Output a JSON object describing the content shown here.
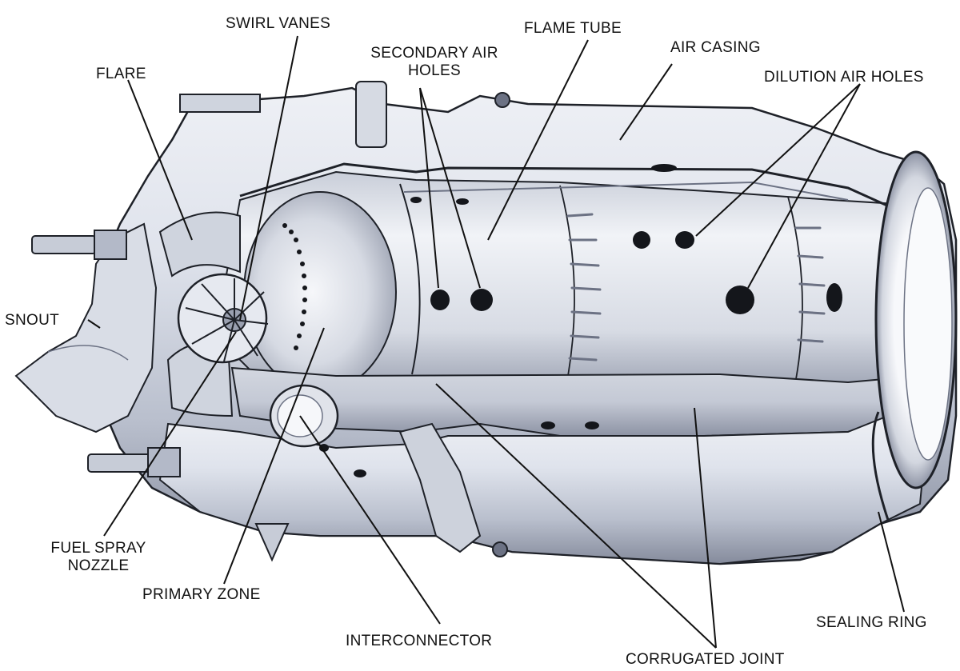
{
  "labels": {
    "swirl_vanes": "SWIRL VANES",
    "flame_tube": "FLAME TUBE",
    "secondary_air_holes_1": "SECONDARY AIR",
    "secondary_air_holes_2": "HOLES",
    "air_casing": "AIR CASING",
    "flare": "FLARE",
    "dilution_air_holes": "DILUTION AIR HOLES",
    "snout": "SNOUT",
    "fuel_spray_nozzle_1": "FUEL SPRAY",
    "fuel_spray_nozzle_2": "NOZZLE",
    "primary_zone": "PRIMARY ZONE",
    "interconnector": "INTERCONNECTOR",
    "sealing_ring": "SEALING RING",
    "corrugated_joint": "CORRUGATED JOINT"
  },
  "colors": {
    "metal_light": "#dfe3ec",
    "metal_mid": "#b3b9c8",
    "metal_dark": "#6c7284",
    "outline": "#1e2128",
    "hole": "#14161b"
  }
}
